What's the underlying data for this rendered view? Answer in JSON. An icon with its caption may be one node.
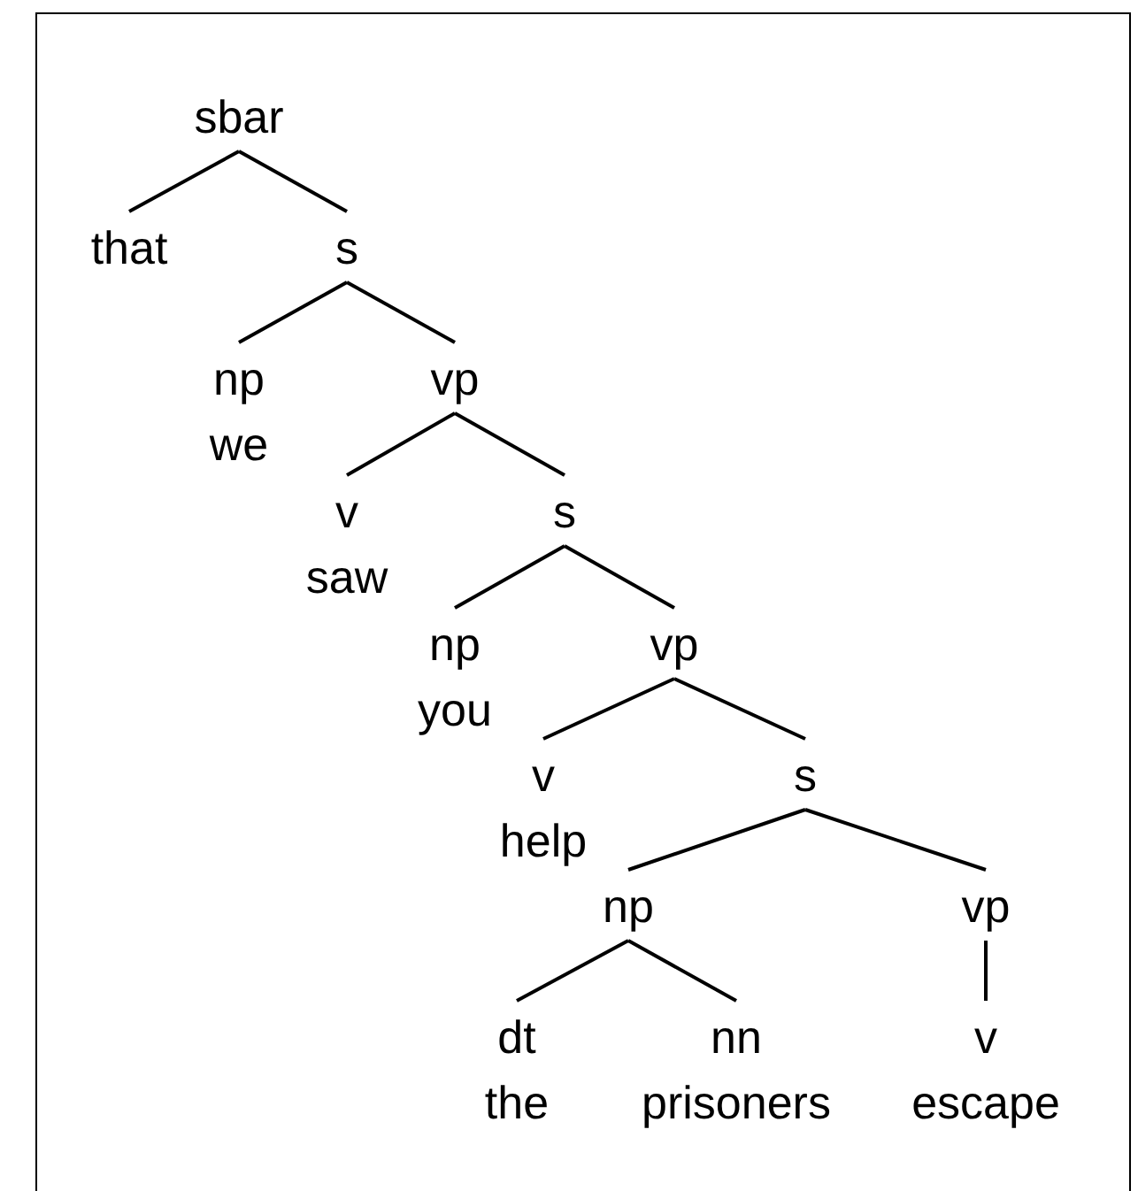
{
  "diagram": {
    "nodes": [
      {
        "text": [
          "sbar"
        ]
      },
      {
        "text": [
          "that"
        ]
      },
      {
        "text": [
          "s"
        ]
      },
      {
        "text": [
          "np",
          "we"
        ]
      },
      {
        "text": [
          "vp"
        ]
      },
      {
        "text": [
          "v",
          "saw"
        ]
      },
      {
        "text": [
          "s"
        ]
      },
      {
        "text": [
          "np",
          "you"
        ]
      },
      {
        "text": [
          "vp"
        ]
      },
      {
        "text": [
          "v",
          "help"
        ]
      },
      {
        "text": [
          "s"
        ]
      },
      {
        "text": [
          "np"
        ]
      },
      {
        "text": [
          "vp"
        ]
      },
      {
        "text": [
          "dt",
          "the"
        ]
      },
      {
        "text": [
          "nn",
          "prisoners"
        ]
      },
      {
        "text": [
          "v",
          "escape"
        ]
      }
    ],
    "edges": [
      {
        "from": 0,
        "to": 1,
        "arrow": "none"
      },
      {
        "from": 0,
        "to": 2,
        "arrow": "none"
      },
      {
        "from": 2,
        "to": 3,
        "arrow": "none"
      },
      {
        "from": 2,
        "to": 4,
        "arrow": "none"
      },
      {
        "from": 4,
        "to": 5,
        "arrow": "none"
      },
      {
        "from": 4,
        "to": 6,
        "arrow": "none"
      },
      {
        "from": 6,
        "to": 7,
        "arrow": "none"
      },
      {
        "from": 6,
        "to": 8,
        "arrow": "none"
      },
      {
        "from": 8,
        "to": 9,
        "arrow": "none"
      },
      {
        "from": 8,
        "to": 10,
        "arrow": "none"
      },
      {
        "from": 10,
        "to": 11,
        "arrow": "none"
      },
      {
        "from": 10,
        "to": 12,
        "arrow": "none"
      },
      {
        "from": 11,
        "to": 13,
        "arrow": "none"
      },
      {
        "from": 11,
        "to": 14,
        "arrow": "none"
      },
      {
        "from": 12,
        "to": 15,
        "arrow": "none"
      }
    ]
  }
}
